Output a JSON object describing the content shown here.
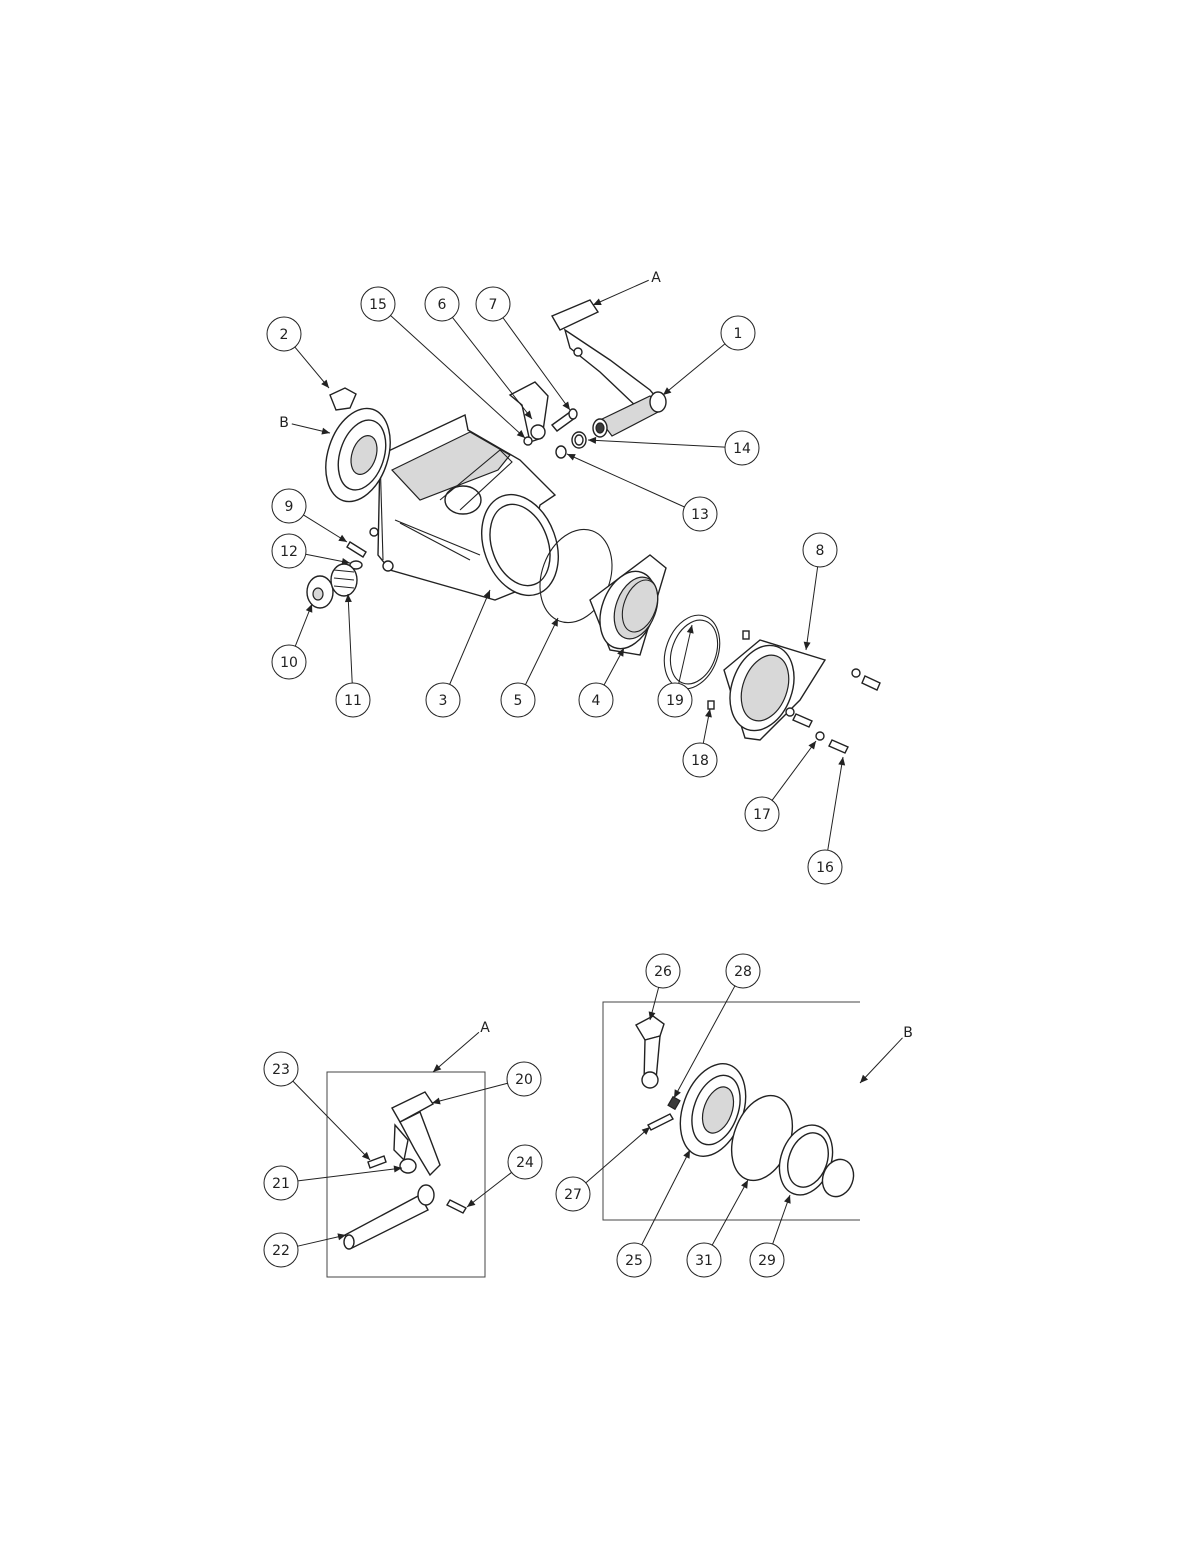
{
  "callouts": [
    {
      "label": "1",
      "name": "callout-1"
    },
    {
      "label": "2",
      "name": "callout-2"
    },
    {
      "label": "3",
      "name": "callout-3"
    },
    {
      "label": "4",
      "name": "callout-4"
    },
    {
      "label": "5",
      "name": "callout-5"
    },
    {
      "label": "6",
      "name": "callout-6"
    },
    {
      "label": "7",
      "name": "callout-7"
    },
    {
      "label": "8",
      "name": "callout-8"
    },
    {
      "label": "9",
      "name": "callout-9"
    },
    {
      "label": "10",
      "name": "callout-10"
    },
    {
      "label": "11",
      "name": "callout-11"
    },
    {
      "label": "12",
      "name": "callout-12"
    },
    {
      "label": "13",
      "name": "callout-13"
    },
    {
      "label": "14",
      "name": "callout-14"
    },
    {
      "label": "15",
      "name": "callout-15"
    },
    {
      "label": "16",
      "name": "callout-16"
    },
    {
      "label": "17",
      "name": "callout-17"
    },
    {
      "label": "18",
      "name": "callout-18"
    },
    {
      "label": "19",
      "name": "callout-19"
    },
    {
      "label": "20",
      "name": "callout-20"
    },
    {
      "label": "21",
      "name": "callout-21"
    },
    {
      "label": "22",
      "name": "callout-22"
    },
    {
      "label": "23",
      "name": "callout-23"
    },
    {
      "label": "24",
      "name": "callout-24"
    },
    {
      "label": "25",
      "name": "callout-25"
    },
    {
      "label": "26",
      "name": "callout-26"
    },
    {
      "label": "27",
      "name": "callout-27"
    },
    {
      "label": "28",
      "name": "callout-28"
    },
    {
      "label": "29",
      "name": "callout-29"
    },
    {
      "label": "31",
      "name": "callout-31"
    }
  ],
  "detail_labels": [
    {
      "label": "A",
      "name": "detail-label-a-main"
    },
    {
      "label": "B",
      "name": "detail-label-b-main"
    },
    {
      "label": "A",
      "name": "detail-label-a-inset"
    },
    {
      "label": "B",
      "name": "detail-label-b-inset"
    }
  ]
}
